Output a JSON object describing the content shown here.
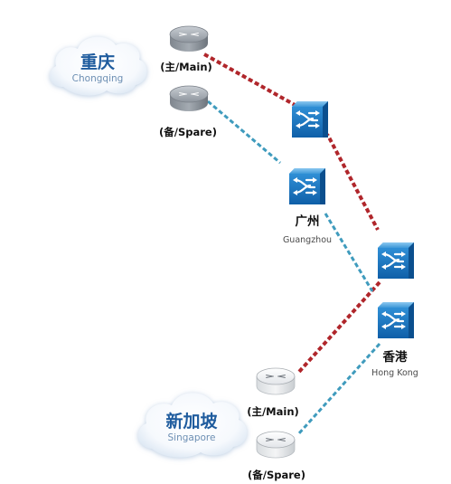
{
  "nodes": {
    "chongqing_cloud": {
      "title": "重庆",
      "subtitle": "Chongqing"
    },
    "singapore_cloud": {
      "title": "新加坡",
      "subtitle": "Singapore"
    },
    "cq_main_router": {
      "label": "(主/Main)"
    },
    "cq_spare_router": {
      "label": "(备/Spare)"
    },
    "guangzhou_switch": {
      "title": "广州",
      "subtitle": "Guangzhou"
    },
    "hongkong_switch": {
      "title": "香港",
      "subtitle": "Hong Kong"
    },
    "sg_main_router": {
      "label": "(主/Main)"
    },
    "sg_spare_router": {
      "label": "(备/Spare)"
    }
  },
  "links": {
    "main_color": "#b0262b",
    "spare_color": "#3f9bbd"
  },
  "icons": {
    "cloud": "cloud-icon",
    "router": "router-icon",
    "switch": "switch-icon"
  }
}
